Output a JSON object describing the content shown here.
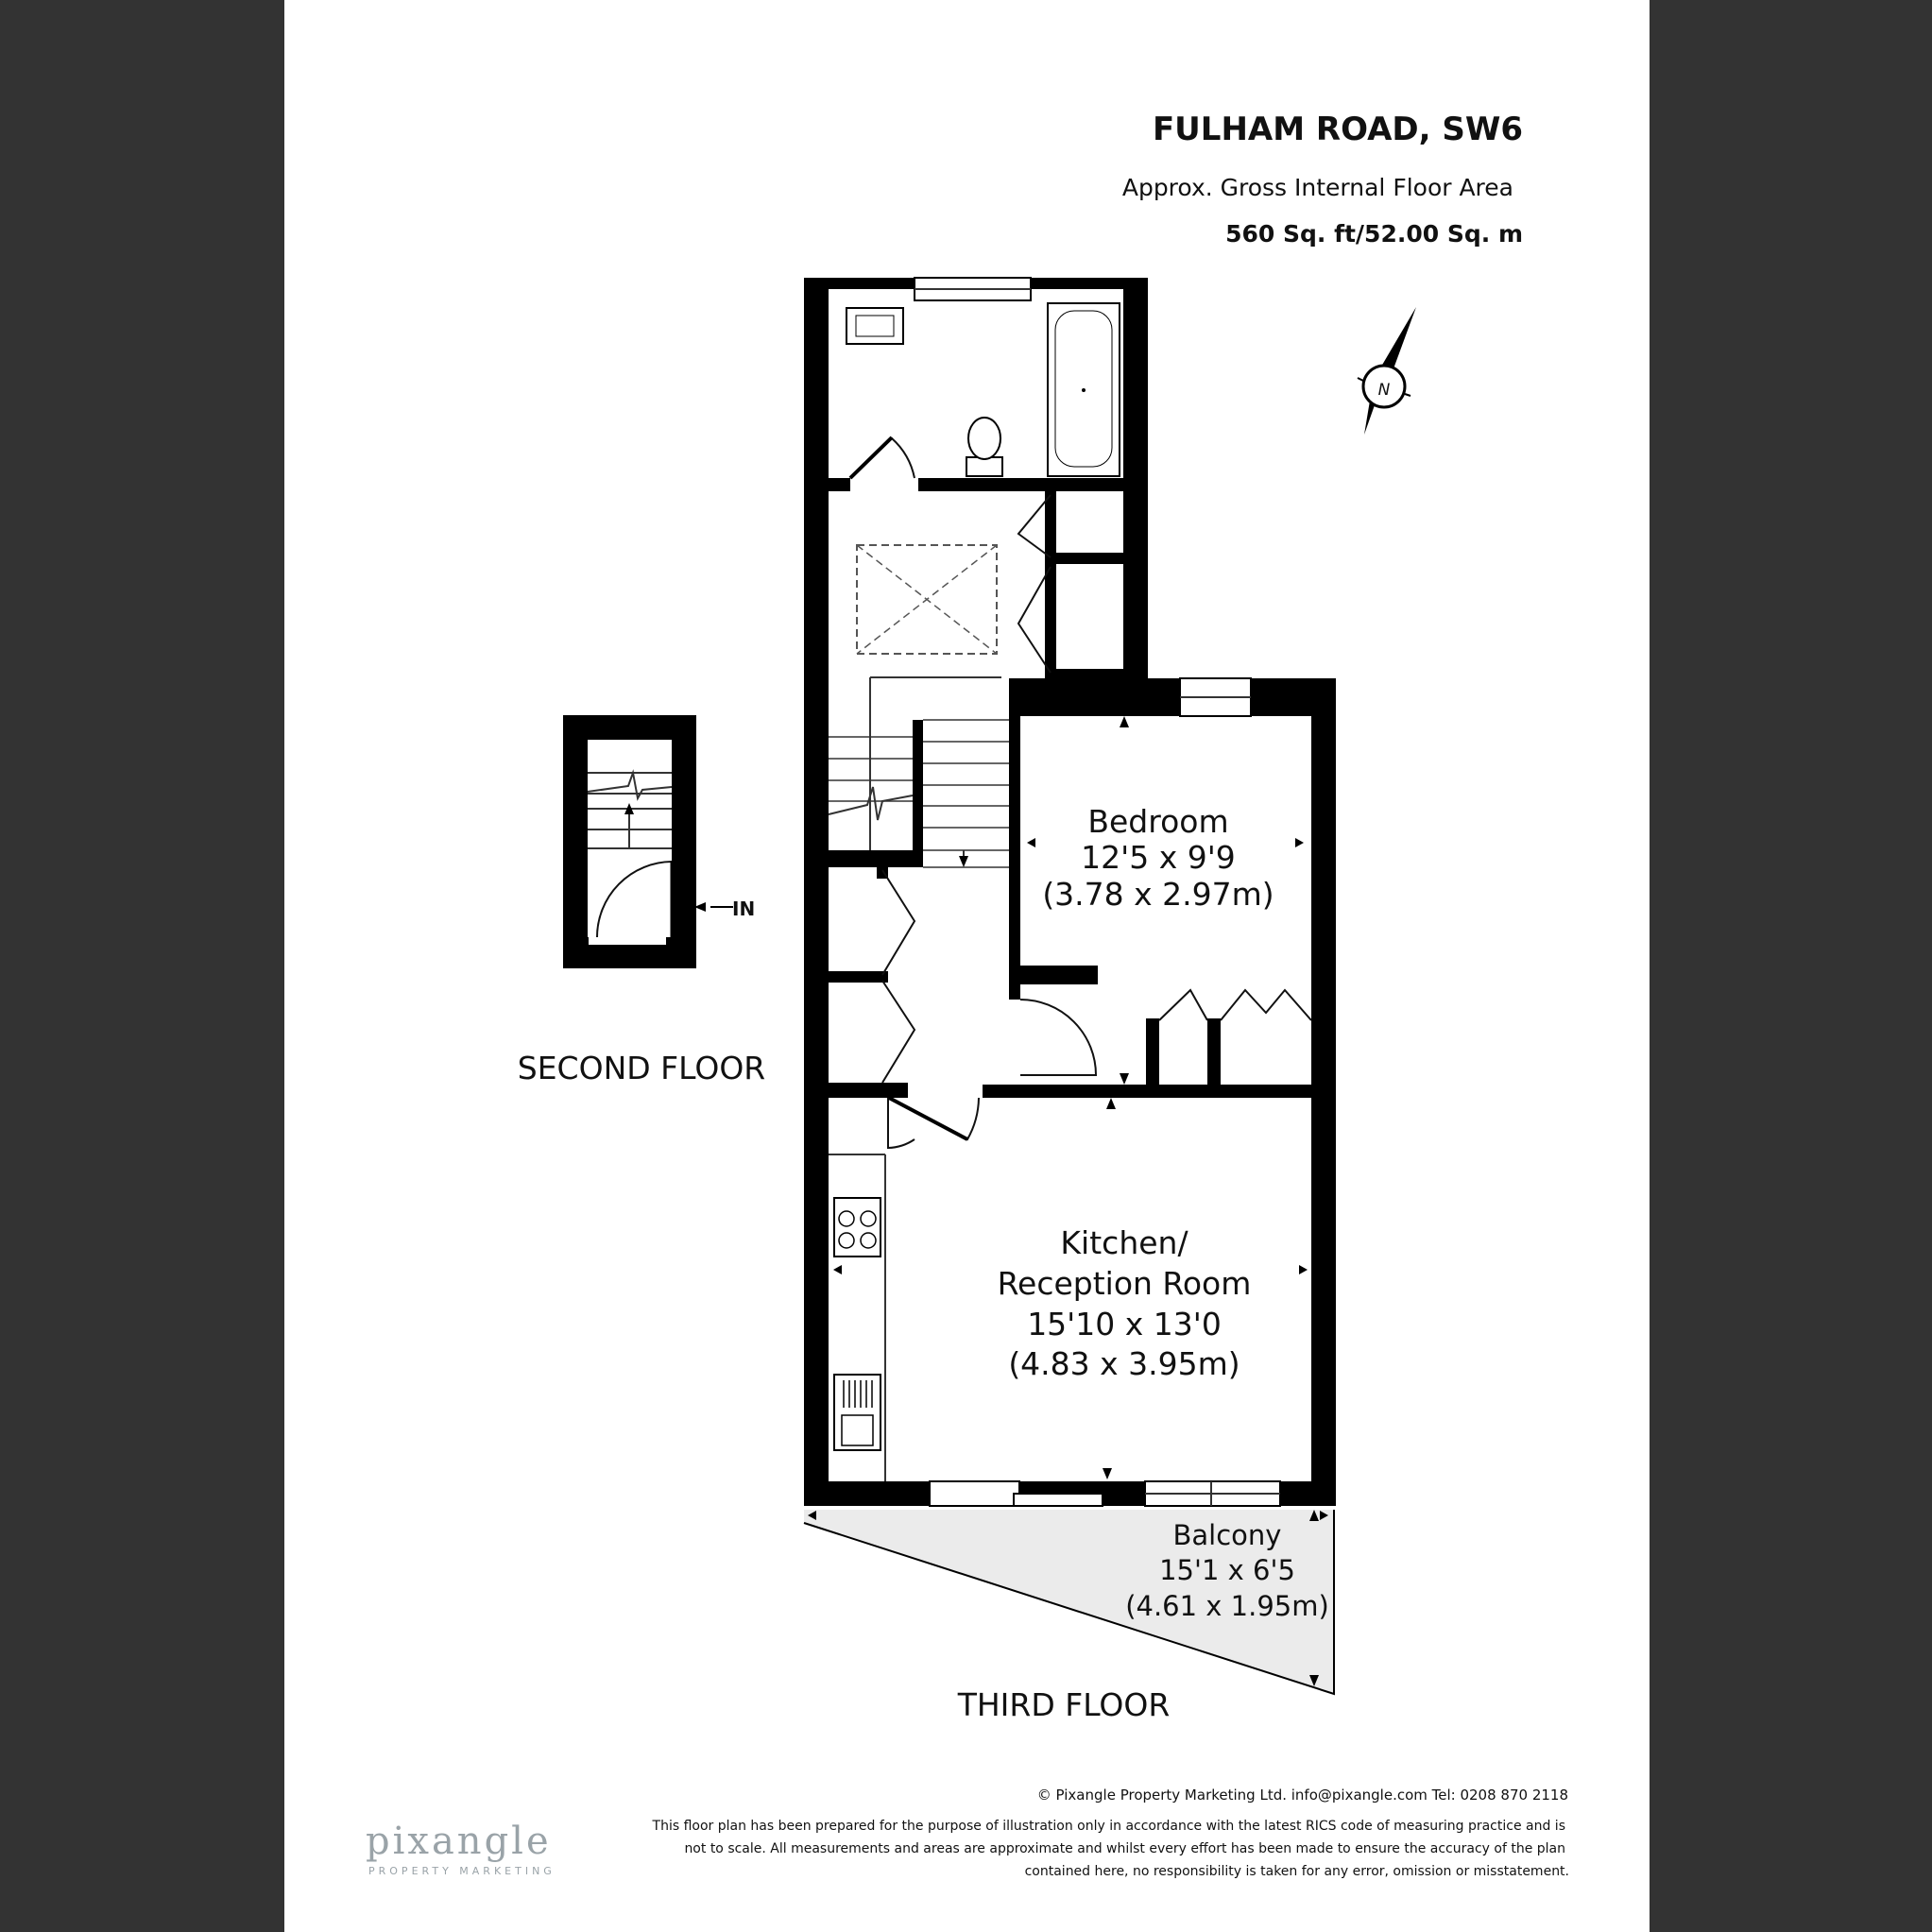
{
  "header": {
    "title": "FULHAM ROAD, SW6",
    "subtitle": "Approx. Gross Internal Floor Area",
    "area": "560 Sq. ft/52.00 Sq. m"
  },
  "compass": {
    "label": "N"
  },
  "rooms": {
    "bedroom": {
      "name": "Bedroom",
      "imperial": "12'5 x 9'9",
      "metric": "(3.78 x 2.97m)"
    },
    "kitchen": {
      "name_line1": "Kitchen/",
      "name_line2": "Reception Room",
      "imperial": "15'10 x 13'0",
      "metric": "(4.83 x 3.95m)"
    },
    "balcony": {
      "name": "Balcony",
      "imperial": "15'1 x 6'5",
      "metric": "(4.61 x 1.95m)"
    }
  },
  "floors": {
    "second": "SECOND FLOOR",
    "third": "THIRD FLOOR"
  },
  "entrance": {
    "label": "IN"
  },
  "footer": {
    "copyright": "© Pixangle Property Marketing Ltd. info@pixangle.com Tel: 0208 870 2118",
    "disclaimer_1": "This floor plan has been prepared for the purpose of illustration only in accordance with the latest RICS code of measuring practice and is",
    "disclaimer_2": "not to scale. All measurements and areas are approximate and whilst every effort has been made to ensure the accuracy of the plan",
    "disclaimer_3": "contained here, no responsibility is taken for any error, omission or misstatement.",
    "brand": "pixangle",
    "brand_sub": "PROPERTY MARKETING"
  },
  "colors": {
    "frame": "#333333",
    "paper": "#ffffff",
    "walls": "#000000",
    "balcony_fill": "#ebebeb",
    "brand": "#9aa3a8"
  }
}
